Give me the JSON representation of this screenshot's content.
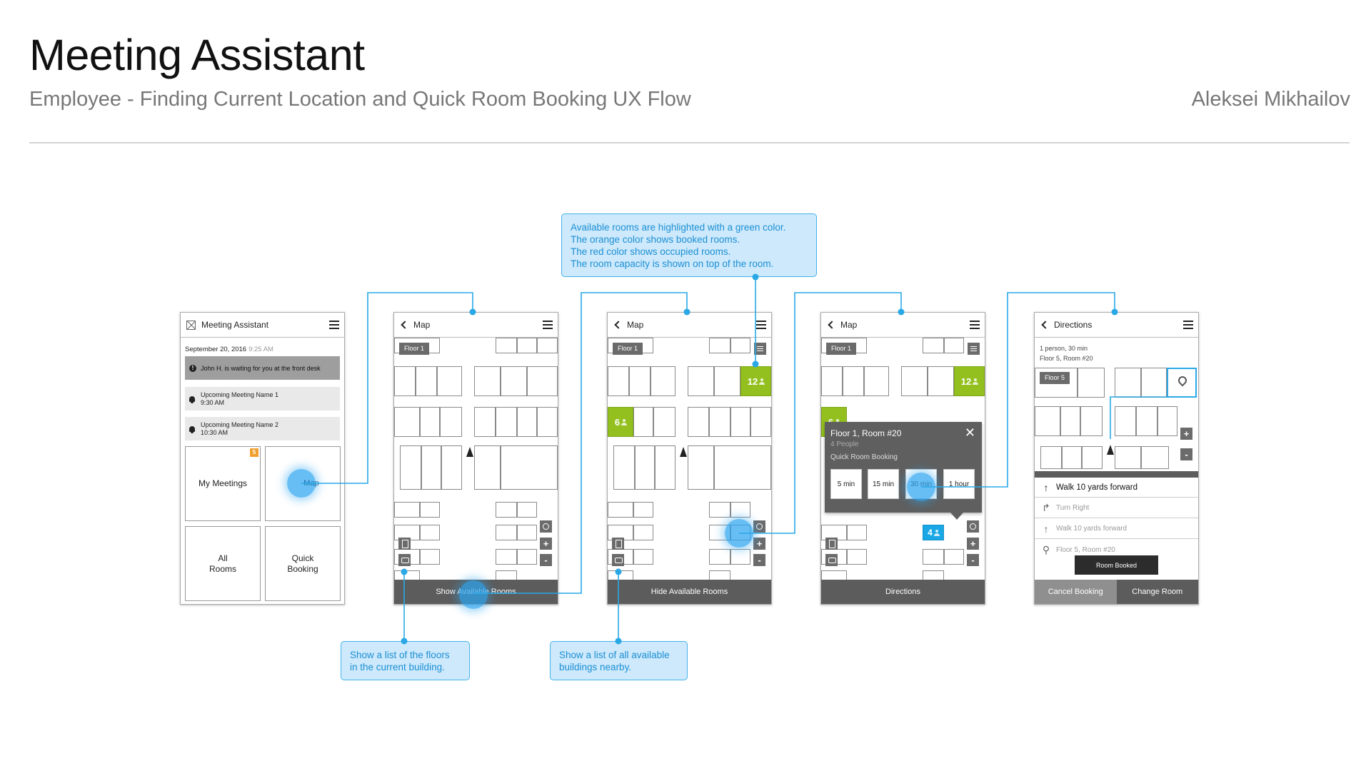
{
  "page": {
    "title": "Meeting Assistant",
    "subtitle": "Employee - Finding Current Location and Quick Room Booking UX Flow",
    "author": "Aleksei Mikhailov"
  },
  "home": {
    "app_title": "Meeting Assistant",
    "date": "September 20, 2016",
    "time": "9:25 AM",
    "notice": "John H. is waiting for you at the front desk",
    "meetings": [
      {
        "name": "Upcoming Meeting Name 1",
        "time": "9:30 AM"
      },
      {
        "name": "Upcoming Meeting Name 2",
        "time": "10:30 AM"
      }
    ],
    "tiles": {
      "my_meetings": "My Meetings",
      "my_meetings_badge": "5",
      "map": "Map",
      "all_rooms": "All\nRooms",
      "quick_booking": "Quick\nBooking"
    }
  },
  "map_common": {
    "title": "Map",
    "floor": "Floor 1",
    "zoom_in": "+",
    "zoom_out": "-"
  },
  "screen_map1": {
    "bottom_label": "Show Available Rooms"
  },
  "screen_map2": {
    "bottom_label": "Hide Available Rooms",
    "capacity_a": "12",
    "capacity_b": "6"
  },
  "screen_map3": {
    "bottom_label": "Directions",
    "capacity_a": "12",
    "capacity_b": "6",
    "capacity_booked": "4",
    "popup": {
      "title": "Floor 1, Room #20",
      "people": "4 People",
      "caption": "Quick Room Booking",
      "close": "✕",
      "durations": [
        "5 min",
        "15 min",
        "30 min",
        "1 hour"
      ]
    }
  },
  "screen_directions": {
    "title": "Directions",
    "summary_line1": "1 person, 30 min",
    "summary_line2": "Floor 5, Room #20",
    "floor": "Floor 5",
    "steps": [
      {
        "icon": "arrow-up-icon",
        "text": "Walk 10 yards forward"
      },
      {
        "icon": "turn-right-icon",
        "text": "Turn Right"
      },
      {
        "icon": "arrow-up-icon",
        "text": "Walk 10 yards forward"
      },
      {
        "icon": "map-pin-icon",
        "text": "Floor 5, Room #20"
      }
    ],
    "room_booked": "Room Booked",
    "cancel_label": "Cancel Booking",
    "change_label": "Change Room"
  },
  "callouts": {
    "colors": "Available rooms are highlighted with a green color.\nThe orange color shows booked rooms.\nThe red color shows occupied rooms.\nThe room capacity is shown on top of the room.",
    "floors": "Show a list of the floors\nin the current building.",
    "buildings": "Show a list of all available\nbuildings nearby."
  },
  "colors": {
    "available": "#93c01f",
    "booked_highlight": "#19a7e6",
    "callout_fill": "#cde9fb",
    "callout_line": "#2aa8e6",
    "bar": "#5c5c5c"
  }
}
